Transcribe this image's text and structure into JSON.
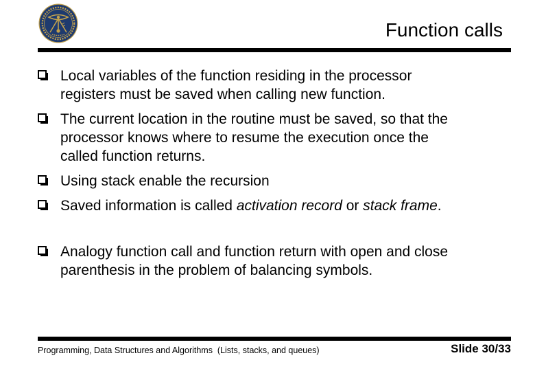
{
  "header": {
    "title": "Function calls",
    "logo": "university-seal"
  },
  "bullets": [
    {
      "lines": [
        "Local variables of the function residing in the processor",
        "registers must be saved when calling new function."
      ]
    },
    {
      "lines": [
        "The current location in the routine must be saved, so that the",
        "processor knows where to resume the execution once the",
        "called function returns."
      ]
    },
    {
      "lines": [
        "Using stack enable the recursion"
      ]
    },
    {
      "segments": [
        {
          "t": "Saved information is called "
        },
        {
          "t": "activation record",
          "italic": true
        },
        {
          "t": " or "
        },
        {
          "t": "stack frame",
          "italic": true
        },
        {
          "t": "."
        }
      ]
    },
    {
      "lines": [
        "Analogy function call and function return with open and close",
        "parenthesis in the problem of balancing symbols."
      ]
    }
  ],
  "footer": {
    "left": "Programming, Data Structures and Algorithms  (Lists, stacks, and queues)",
    "right": "Slide 30/33"
  },
  "colors": {
    "rule": "#000000",
    "text": "#000000",
    "seal_navy": "#1e3a6e",
    "seal_gold": "#c2a14d",
    "background": "#ffffff"
  }
}
